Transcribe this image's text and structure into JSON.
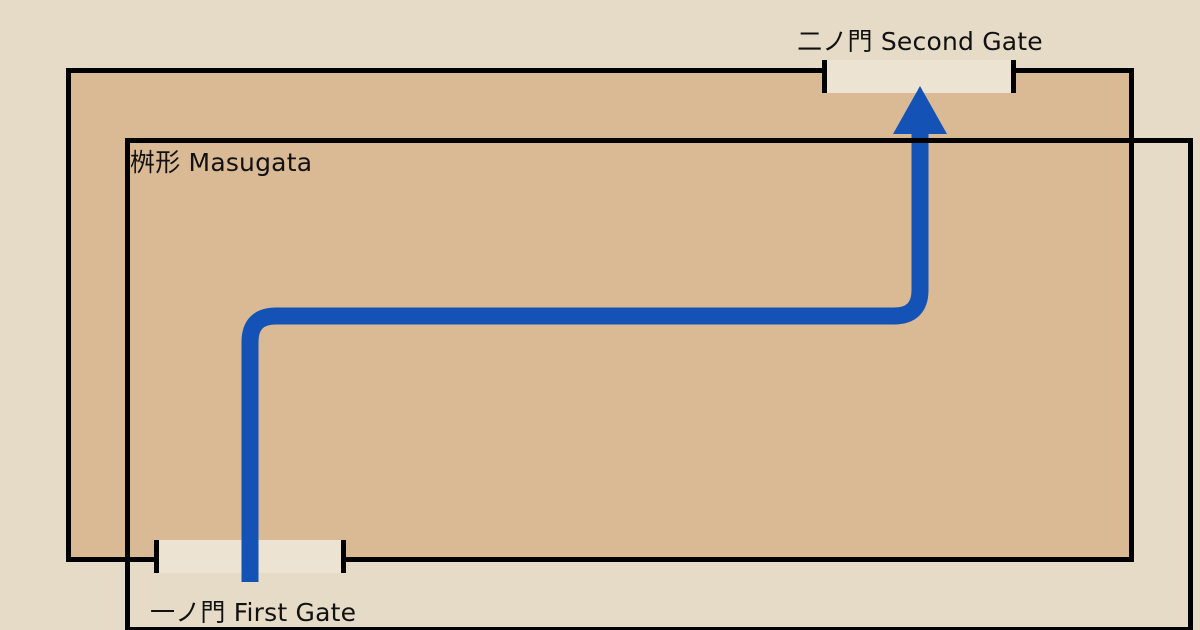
{
  "diagram": {
    "labels": {
      "courtyard": "桝形 Masugata",
      "second_gate": "二ノ門 Second Gate",
      "first_gate": "一ノ門 First Gate"
    },
    "colors": {
      "background": "#e6dbc7",
      "courtyard_fill": "#d9ba94",
      "outline": "#000000",
      "gate_opening_fill": "#ece3d2",
      "route": "#1552b5"
    }
  }
}
